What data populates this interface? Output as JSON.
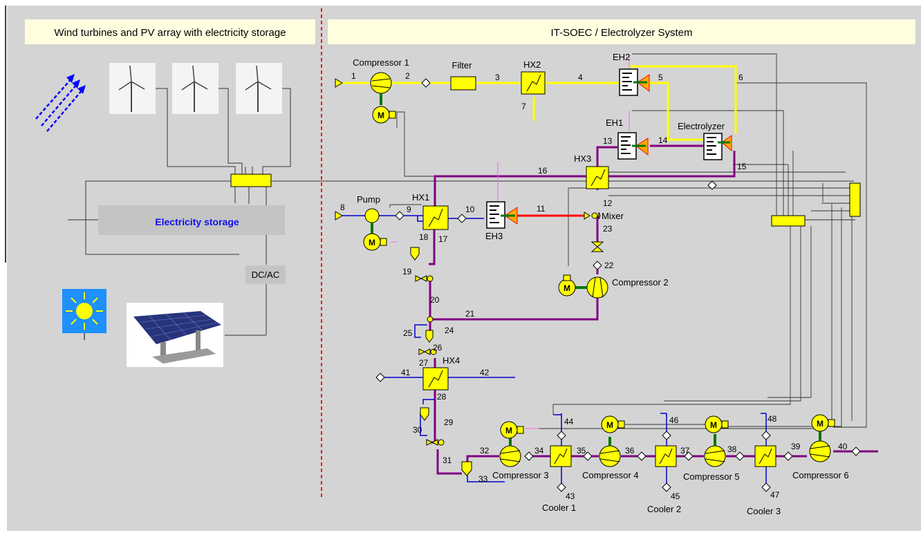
{
  "panels": {
    "left_title": "Wind turbines and PV array with electricity storage",
    "right_title": "IT-SOEC / Electrolyzer System"
  },
  "labels": {
    "electricity_storage": "Electricity storage",
    "dc_ac": "DC/AC",
    "compressor_1": "Compressor 1",
    "compressor_2": "Compressor 2",
    "compressor_3": "Compressor 3",
    "compressor_4": "Compressor 4",
    "compressor_5": "Compressor 5",
    "compressor_6": "Compressor 6",
    "filter": "Filter",
    "hx1": "HX1",
    "hx2": "HX2",
    "hx3": "HX3",
    "hx4": "HX4",
    "eh1": "EH1",
    "eh2": "EH2",
    "eh3": "EH3",
    "electrolyzer": "Electrolyzer",
    "pump": "Pump",
    "mixer": "Mixer",
    "cooler_1": "Cooler 1",
    "cooler_2": "Cooler 2",
    "cooler_3": "Cooler 3",
    "motor": "M"
  },
  "stream_numbers": [
    "1",
    "2",
    "3",
    "4",
    "5",
    "6",
    "7",
    "8",
    "9",
    "10",
    "11",
    "12",
    "13",
    "14",
    "15",
    "16",
    "17",
    "18",
    "19",
    "20",
    "21",
    "22",
    "23",
    "24",
    "25",
    "26",
    "27",
    "28",
    "29",
    "30",
    "31",
    "32",
    "33",
    "34",
    "35",
    "36",
    "37",
    "38",
    "39",
    "40",
    "41",
    "42",
    "43",
    "44",
    "45",
    "46",
    "47",
    "48"
  ],
  "colors": {
    "background": "#d4d4d4",
    "title_box": "#ffffe0",
    "equipment": "#ffff00",
    "hydrogen_steam_line": "#ffff00",
    "process_line": "#800080",
    "water_line": "#0000cc",
    "hot_line": "#ff0000",
    "divider": "#ff0000",
    "arrows": "#0000ff",
    "sun_bg": "#1e90ff"
  },
  "icons": [
    "wind-turbine-icon",
    "sun-icon",
    "pv-array-icon",
    "wind-arrows-icon",
    "motor-icon",
    "compressor-icon",
    "heat-exchanger-icon",
    "electric-heater-icon",
    "valve-icon",
    "separator-icon"
  ]
}
